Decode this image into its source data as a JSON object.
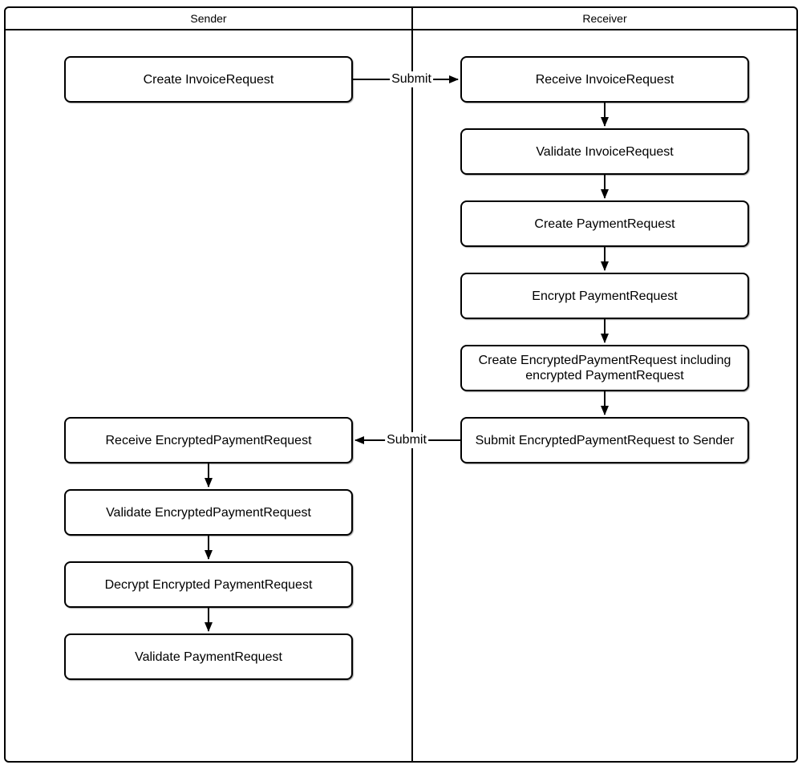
{
  "diagram": {
    "type": "swimlane-flowchart",
    "colors": {
      "background": "#ffffff",
      "line": "#000000",
      "node_fill": "#ffffff",
      "text": "#000000"
    },
    "lanes": [
      {
        "title": "Sender",
        "nodes": [
          "Create InvoiceRequest",
          "Receive EncryptedPaymentRequest",
          "Validate EncryptedPaymentRequest",
          "Decrypt Encrypted PaymentRequest",
          "Validate PaymentRequest"
        ]
      },
      {
        "title": "Receiver",
        "nodes": [
          "Receive InvoiceRequest",
          "Validate InvoiceRequest",
          "Create PaymentRequest",
          "Encrypt PaymentRequest",
          "Create EncryptedPaymentRequest including encrypted PaymentRequest",
          "Submit EncryptedPaymentRequest to Sender"
        ]
      }
    ],
    "edges": [
      {
        "from": "Create InvoiceRequest",
        "to": "Receive InvoiceRequest",
        "label": "Submit"
      },
      {
        "from": "Receive InvoiceRequest",
        "to": "Validate InvoiceRequest",
        "label": ""
      },
      {
        "from": "Validate InvoiceRequest",
        "to": "Create PaymentRequest",
        "label": ""
      },
      {
        "from": "Create PaymentRequest",
        "to": "Encrypt PaymentRequest",
        "label": ""
      },
      {
        "from": "Encrypt PaymentRequest",
        "to": "Create EncryptedPaymentRequest including encrypted PaymentRequest",
        "label": ""
      },
      {
        "from": "Create EncryptedPaymentRequest including encrypted PaymentRequest",
        "to": "Submit EncryptedPaymentRequest to Sender",
        "label": ""
      },
      {
        "from": "Submit EncryptedPaymentRequest to Sender",
        "to": "Receive EncryptedPaymentRequest",
        "label": "Submit"
      },
      {
        "from": "Receive EncryptedPaymentRequest",
        "to": "Validate EncryptedPaymentRequest",
        "label": ""
      },
      {
        "from": "Validate EncryptedPaymentRequest",
        "to": "Decrypt Encrypted PaymentRequest",
        "label": ""
      },
      {
        "from": "Decrypt Encrypted PaymentRequest",
        "to": "Validate PaymentRequest",
        "label": ""
      }
    ]
  }
}
